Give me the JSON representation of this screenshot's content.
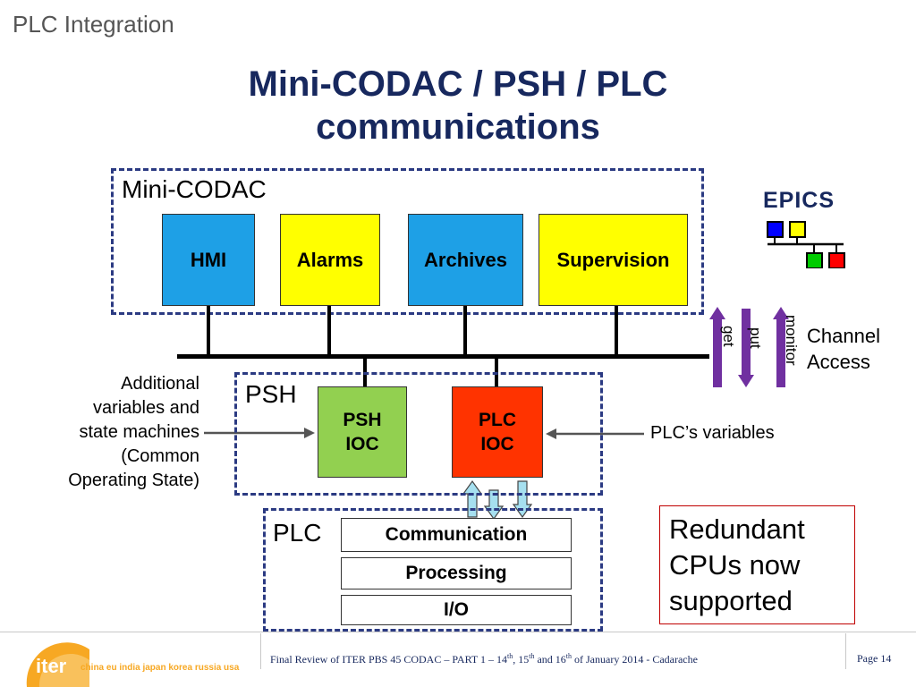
{
  "header": {
    "title": "PLC Integration"
  },
  "slide": {
    "title_line1": "Mini-CODAC / PSH / PLC",
    "title_line2": "communications"
  },
  "mini_codac": {
    "label": "Mini-CODAC",
    "modules": [
      {
        "label": "HMI",
        "color": "#1ea0e6"
      },
      {
        "label": "Alarms",
        "color": "#ffff00"
      },
      {
        "label": "Archives",
        "color": "#1ea0e6"
      },
      {
        "label": "Supervision",
        "color": "#ffff00"
      }
    ]
  },
  "epics": {
    "label": "EPICS",
    "colors": {
      "blue": "#0000ff",
      "yellow": "#ffff00",
      "green": "#00cc00",
      "red": "#ff0000"
    }
  },
  "channel_access": {
    "label_line1": "Channel",
    "label_line2": "Access",
    "arrows": [
      {
        "label": "get",
        "direction": "up"
      },
      {
        "label": "put",
        "direction": "down"
      },
      {
        "label": "monitor",
        "direction": "up"
      }
    ],
    "arrow_color": "#7030a0"
  },
  "psh": {
    "label": "PSH",
    "psh_ioc": {
      "line1": "PSH",
      "line2": "IOC",
      "color": "#92d050"
    },
    "plc_ioc": {
      "line1": "PLC",
      "line2": "IOC",
      "color": "#ff3300"
    }
  },
  "annotations": {
    "additional_lines": [
      "Additional",
      "variables and",
      "state machines",
      "(Common",
      "Operating State)"
    ],
    "plc_variables": "PLC’s variables"
  },
  "plc": {
    "label": "PLC",
    "stack": [
      "Communication",
      "Processing",
      "I/O"
    ]
  },
  "redundant_note": {
    "lines": [
      "Redundant",
      "CPUs now",
      "supported"
    ],
    "border_color": "#c00000"
  },
  "footer": {
    "logo_text": "iter",
    "partners": "china eu india japan korea russia usa",
    "text_main": "Final Review of ITER  PBS 45 CODAC – PART 1 – 14",
    "sup1": "th",
    "text_sep1": ", 15",
    "sup2": "th",
    "text_sep2": " and 16",
    "sup3": "th",
    "text_end": " of January 2014 - Cadarache",
    "page": "Page 14"
  }
}
